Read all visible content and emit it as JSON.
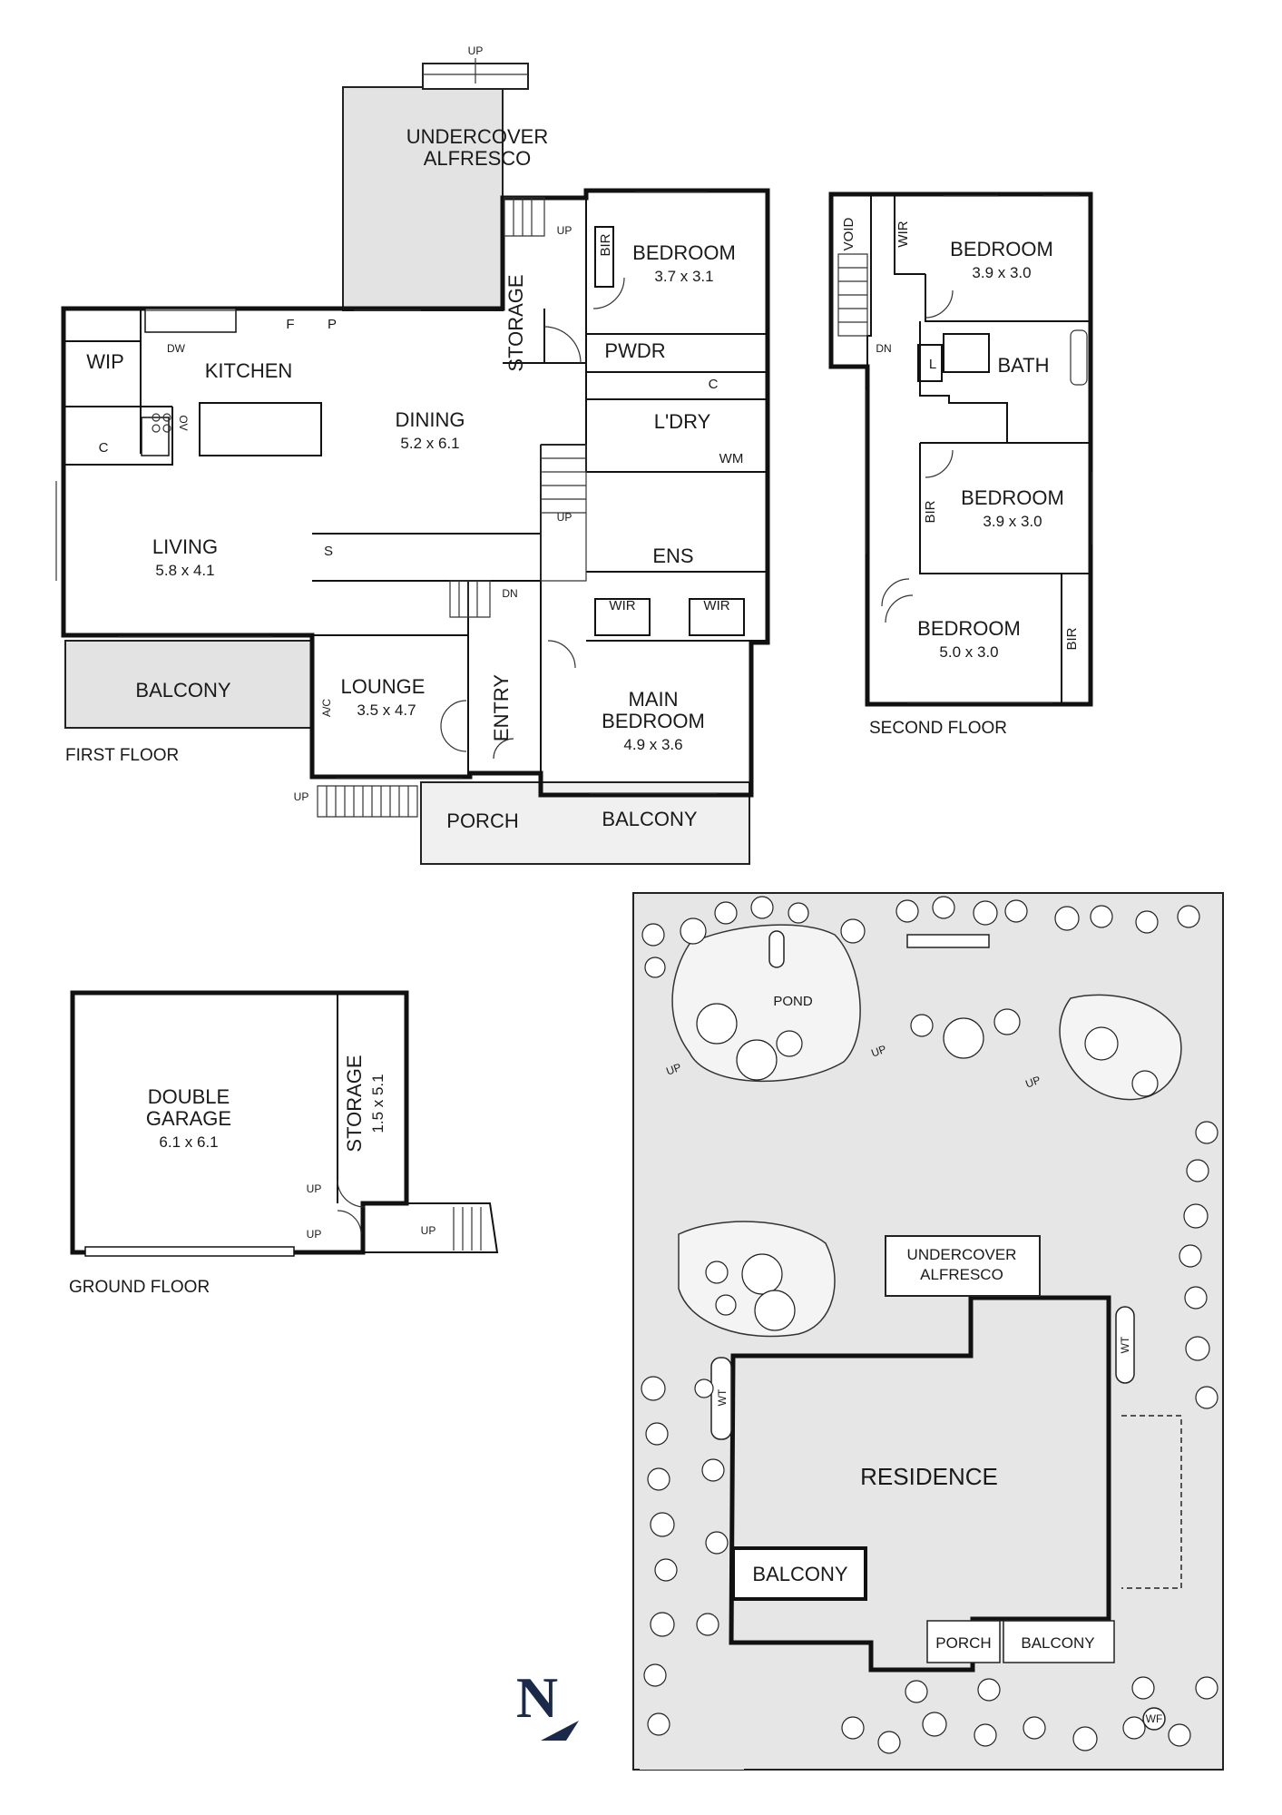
{
  "first_floor": {
    "label": "FIRST FLOOR",
    "rooms": {
      "alfresco_1": "UNDERCOVER",
      "alfresco_2": "ALFRESCO",
      "kitchen": "KITCHEN",
      "wip": "WIP",
      "dining": "DINING",
      "dining_dim": "5.2 x 6.1",
      "living": "LIVING",
      "living_dim": "5.8 x 4.1",
      "balcony_w": "BALCONY",
      "lounge": "LOUNGE",
      "lounge_dim": "3.5 x 4.7",
      "entry": "ENTRY",
      "porch": "PORCH",
      "balcony_e": "BALCONY",
      "bedroom": "BEDROOM",
      "bedroom_dim": "3.7 x 3.1",
      "storage": "STORAGE",
      "pwdr": "PWDR",
      "ldry": "L'DRY",
      "ens": "ENS",
      "main_bedroom_1": "MAIN",
      "main_bedroom_2": "BEDROOM",
      "main_bedroom_dim": "4.9 x 3.6"
    },
    "marks": {
      "bir": "BIR",
      "f": "F",
      "p": "P",
      "dw": "DW",
      "c1": "C",
      "c2": "C",
      "ov": "OV",
      "s": "S",
      "ac": "A/C",
      "wm": "WM",
      "wir1": "WIR",
      "wir2": "WIR",
      "up1": "UP",
      "up2": "UP",
      "up3": "UP",
      "up4": "UP",
      "dn": "DN"
    }
  },
  "second_floor": {
    "label": "SECOND FLOOR",
    "rooms": {
      "void": "VOID",
      "wir": "WIR",
      "bed1": "BEDROOM",
      "bed1_dim": "3.9 x 3.0",
      "bath": "BATH",
      "l": "L",
      "dn": "DN",
      "bed2": "BEDROOM",
      "bed2_dim": "3.9 x 3.0",
      "bir1": "BIR",
      "bed3": "BEDROOM",
      "bed3_dim": "5.0 x 3.0",
      "bir2": "BIR"
    }
  },
  "ground_floor": {
    "label": "GROUND FLOOR",
    "garage_1": "DOUBLE",
    "garage_2": "GARAGE",
    "garage_dim": "6.1 x 6.1",
    "storage": "STORAGE",
    "storage_dim": "1.5 x 5.1",
    "up1": "UP",
    "up2": "UP",
    "up3": "UP"
  },
  "site": {
    "pond": "POND",
    "up1": "UP",
    "up2": "UP",
    "up3": "UP",
    "alfresco_1": "UNDERCOVER",
    "alfresco_2": "ALFRESCO",
    "residence": "RESIDENCE",
    "balcony_w": "BALCONY",
    "porch": "PORCH",
    "balcony_e": "BALCONY",
    "wt1": "WT",
    "wt2": "WT",
    "wf": "WF"
  },
  "compass": {
    "letter": "N"
  }
}
